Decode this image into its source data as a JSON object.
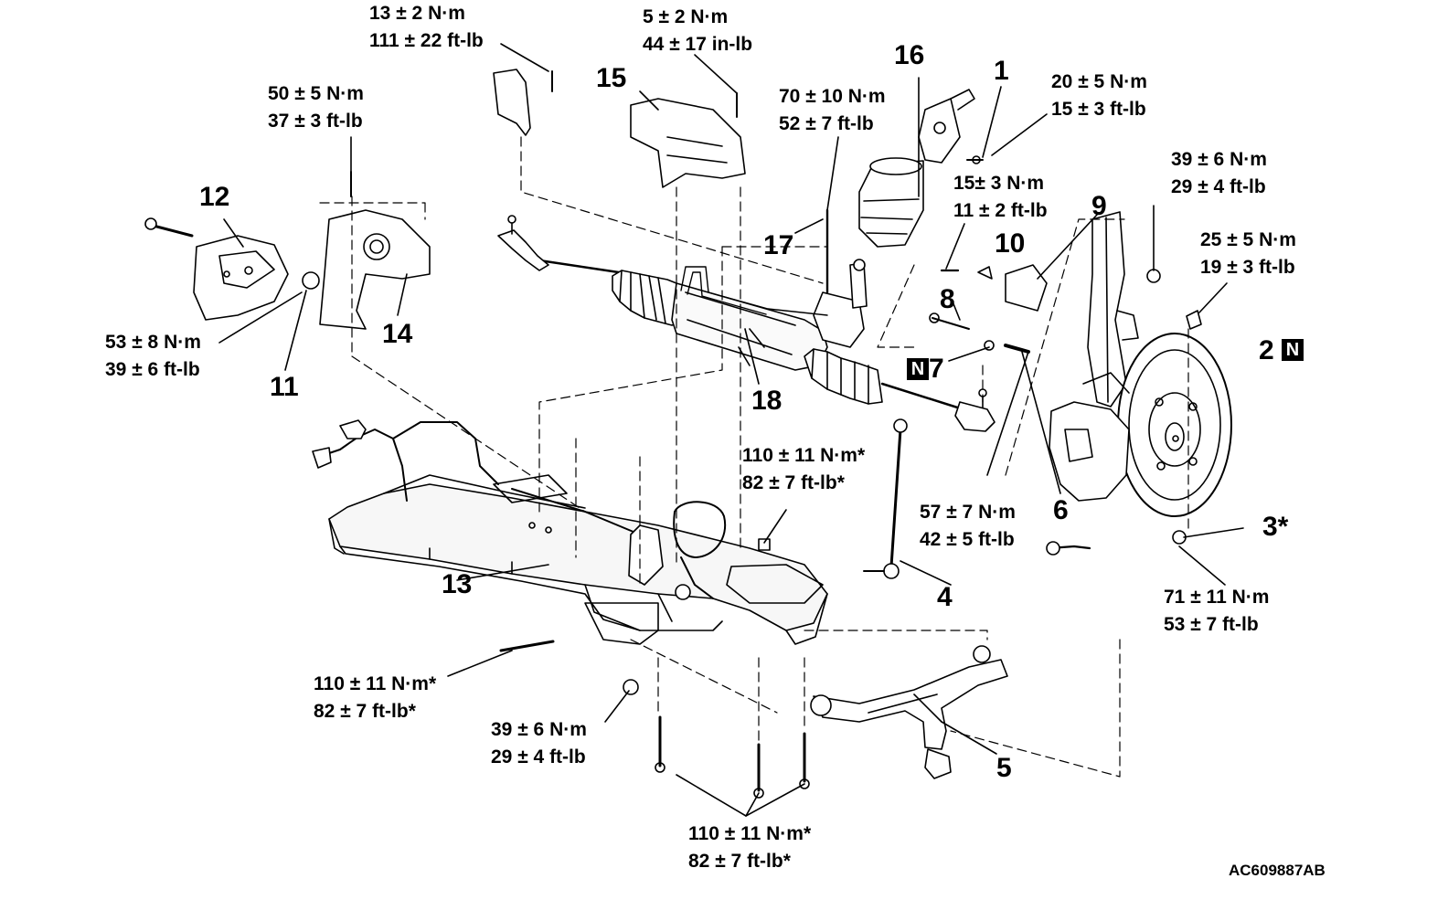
{
  "parts": {
    "p1": "1",
    "p2": "2",
    "p2_badge": "N",
    "p3": "3*",
    "p4": "4",
    "p5": "5",
    "p6": "6",
    "p7": "7",
    "p7_badge": "N",
    "p8": "8",
    "p9": "9",
    "p10": "10",
    "p11": "11",
    "p12": "12",
    "p13": "13",
    "p14": "14",
    "p15": "15",
    "p16": "16",
    "p17": "17",
    "p18": "18"
  },
  "torques": {
    "t1": {
      "nm": "13 ± 2 N·m",
      "imp": "111 ± 22 ft-lb"
    },
    "t2": {
      "nm": "5 ± 2 N·m",
      "imp": "44 ± 17 in-lb"
    },
    "t3": {
      "nm": "50 ± 5 N·m",
      "imp": "37 ± 3 ft-lb"
    },
    "t4": {
      "nm": "70 ± 10 N·m",
      "imp": "52 ± 7 ft-lb"
    },
    "t5": {
      "nm": "20 ± 5 N·m",
      "imp": "15 ± 3 ft-lb"
    },
    "t6": {
      "nm": "39 ± 6 N·m",
      "imp": "29 ± 4 ft-lb"
    },
    "t7": {
      "nm": "15± 3 N·m",
      "imp": "11 ± 2 ft-lb"
    },
    "t8": {
      "nm": "25 ± 5 N·m",
      "imp": "19 ± 3 ft-lb"
    },
    "t9": {
      "nm": "53 ± 8 N·m",
      "imp": "39 ± 6 ft-lb"
    },
    "t10": {
      "nm": "110 ± 11 N·m*",
      "imp": "82 ± 7 ft-lb*"
    },
    "t11": {
      "nm": "57 ± 7 N·m",
      "imp": "42 ± 5 ft-lb"
    },
    "t12": {
      "nm": "71 ± 11 N·m",
      "imp": "53 ± 7 ft-lb"
    },
    "t13": {
      "nm": "110 ± 11 N·m*",
      "imp": "82 ± 7 ft-lb*"
    },
    "t14": {
      "nm": "39 ± 6 N·m",
      "imp": "29 ± 4 ft-lb"
    },
    "t15": {
      "nm": "110 ± 11 N·m*",
      "imp": "82 ± 7 ft-lb*"
    }
  },
  "figure_ref": "AC609887AB"
}
